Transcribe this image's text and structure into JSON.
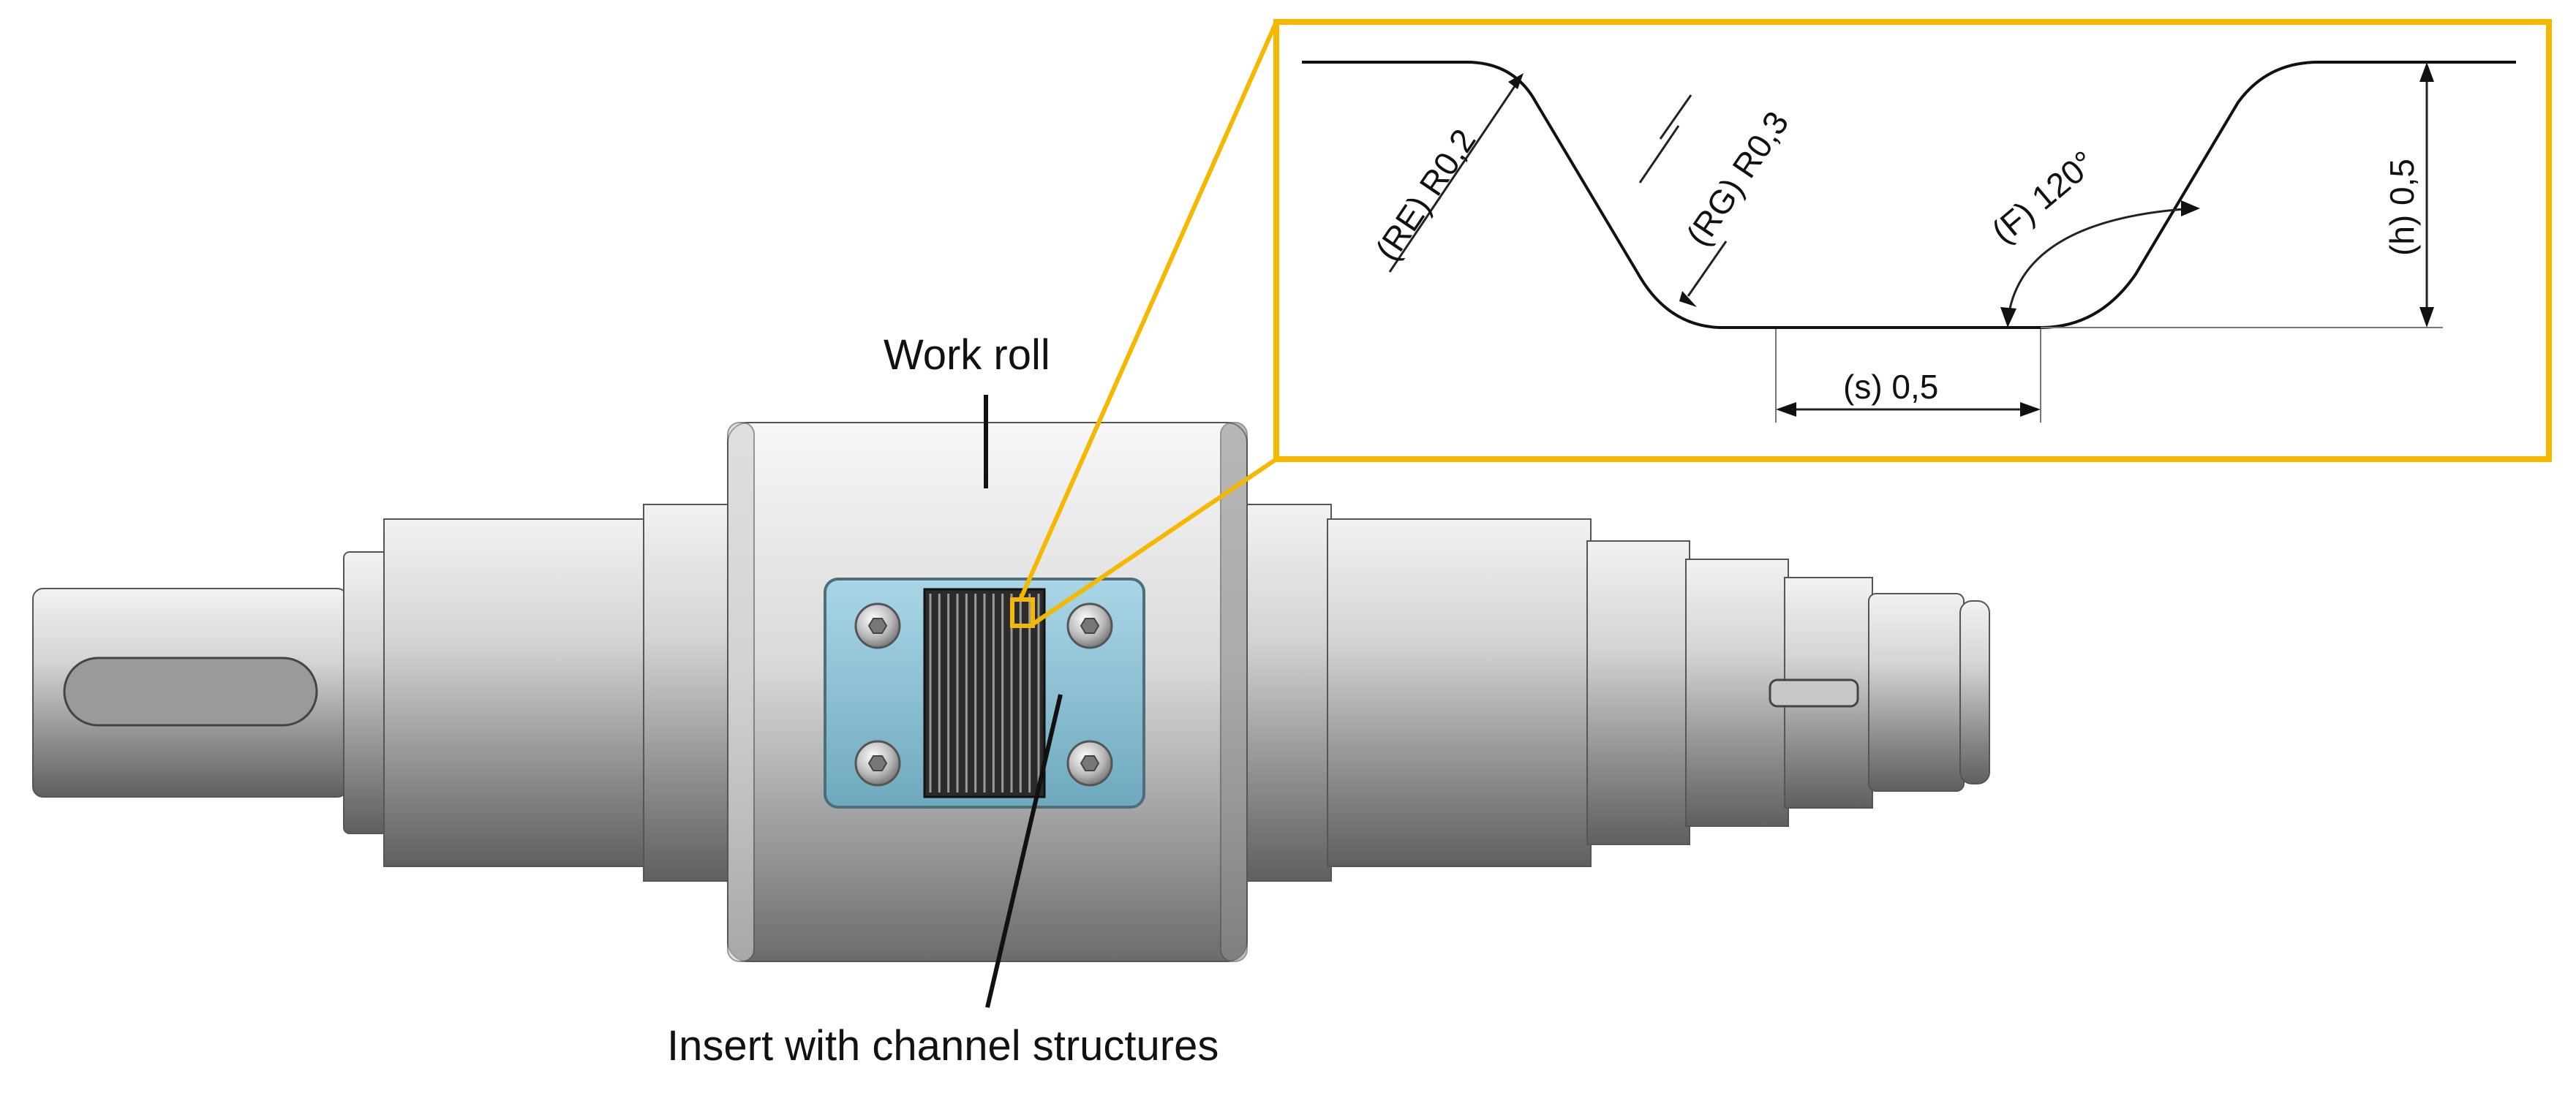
{
  "labels": {
    "work_roll": "Work roll",
    "insert": "Insert with channel structures"
  },
  "profile_detail": {
    "radius_re": "(RE)  R0,2",
    "radius_rg": "(RG)  R0,3",
    "angle_f": "(F)  120°",
    "height_h": "(h)  0,5",
    "spacing_s": "(s)  0,5"
  },
  "colors": {
    "highlight_frame": "#f5b800",
    "insert_plate": "#8fc6d8",
    "roll_metal": "#bdbdbd",
    "channels": "#2b2b2b"
  }
}
